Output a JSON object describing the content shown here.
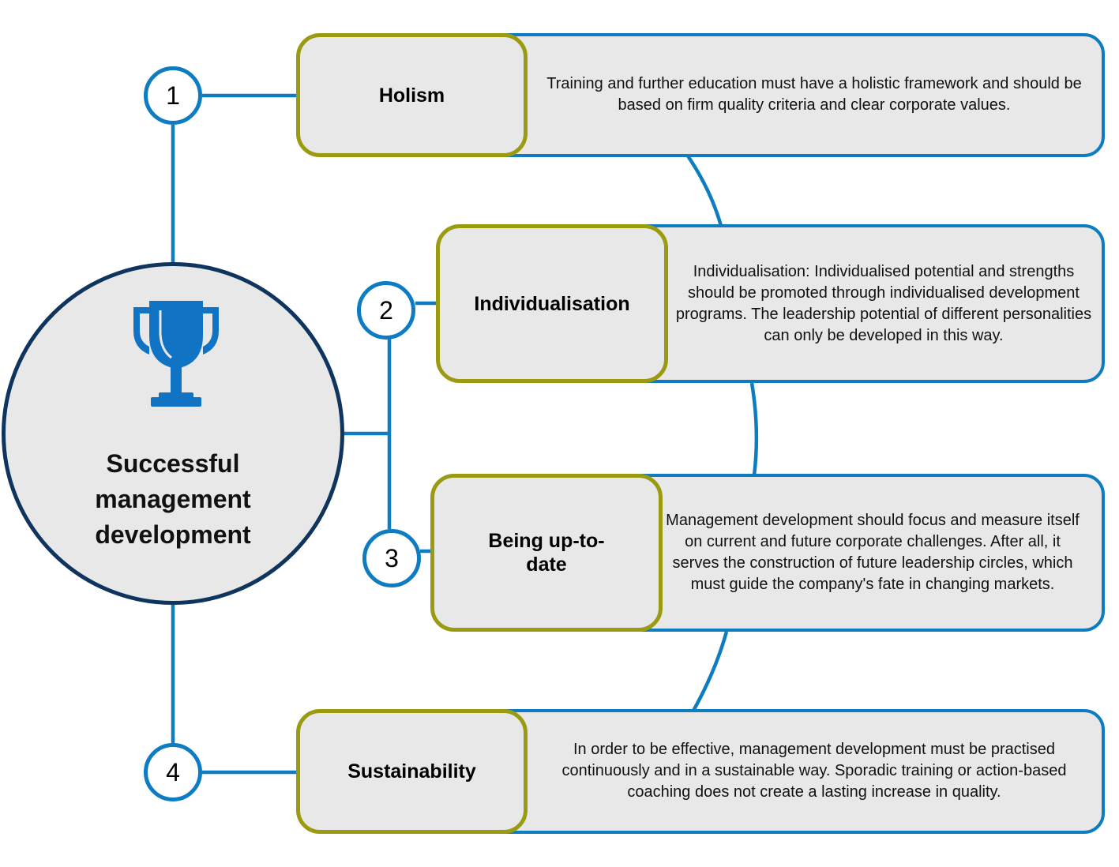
{
  "center": {
    "title": "Successful management development",
    "icon": "trophy-icon"
  },
  "colors": {
    "connector": "#0E7CC1",
    "inner_border": "#9B9B12",
    "center_border": "#0F355F",
    "box_fill": "#E8E8E8"
  },
  "items": [
    {
      "number": "1",
      "title": "Holism",
      "description": "Training and further education must have a holistic framework and should be based on firm quality criteria and clear corporate values."
    },
    {
      "number": "2",
      "title": "Individualisation",
      "description": "Individualisation: Individualised potential and strengths should be promoted through individualised development programs. The leadership potential of different personalities can only be developed in this way."
    },
    {
      "number": "3",
      "title": "Being up-to-date",
      "description": "Management development should focus  and measure itself on current and future corporate challenges. After all, it serves the construction of future leadership circles, which must guide the company's fate in changing markets."
    },
    {
      "number": "4",
      "title": "Sustainability",
      "description": "In order to be effective, management development must be practised continuously and in a sustainable way. Sporadic training or action-based coaching does not create a lasting increase in quality."
    }
  ]
}
